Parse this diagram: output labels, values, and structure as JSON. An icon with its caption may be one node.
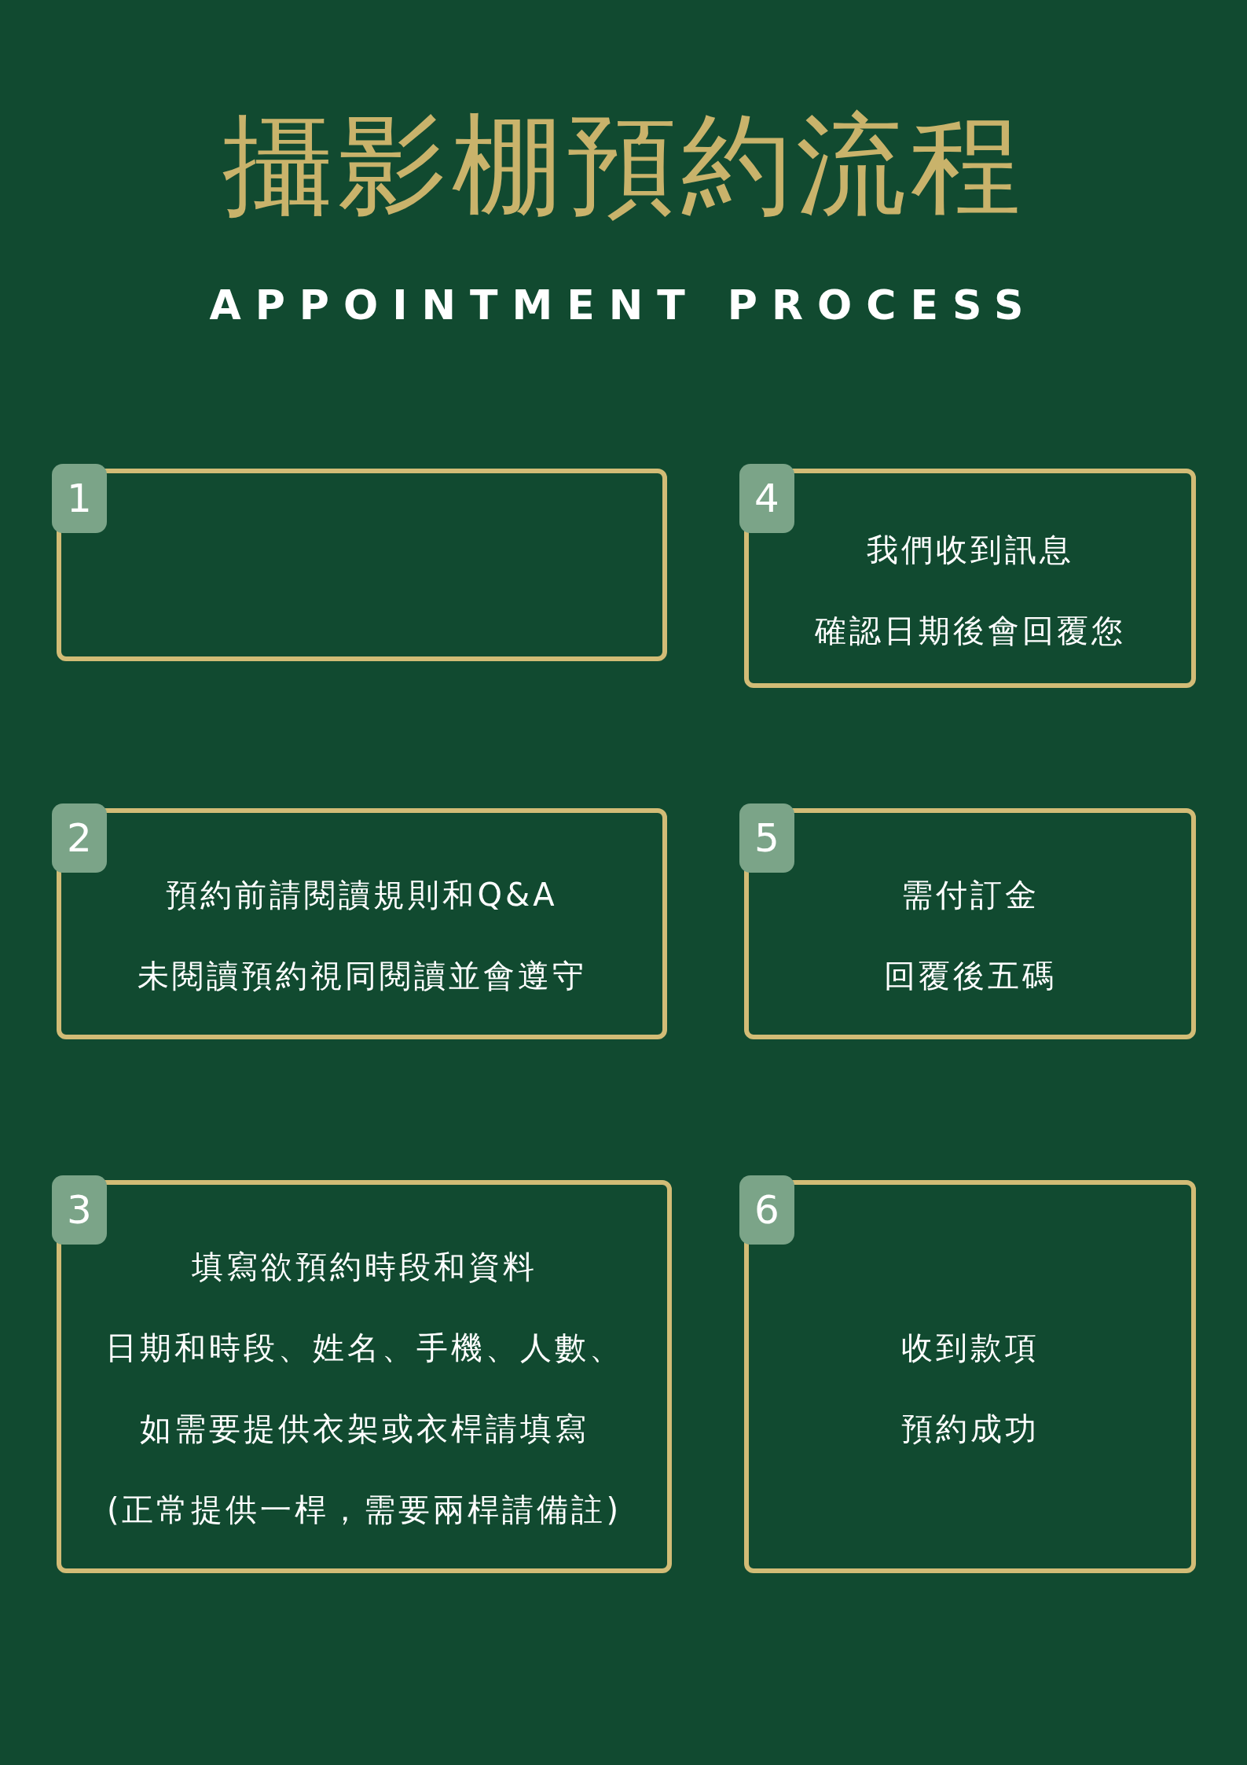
{
  "diagram": {
    "title": "攝影棚預約流程",
    "nodes": [
      {
        "text": [
          "1"
        ]
      },
      {
        "text": [],
        "shape": "box"
      },
      {
        "text": [
          "2"
        ]
      },
      {
        "text": [
          "預約前請閱讀規則和Q&A",
          "未閱讀預約視同閱讀並會遵守"
        ]
      },
      {
        "text": [
          "3"
        ]
      },
      {
        "text": [
          "填寫欲預約時段和資料",
          "日期和時段、姓名、手機、人數、",
          "如需要提供衣架或衣桿請填寫",
          "(正常提供一桿，需要兩桿請備註)"
        ]
      },
      {
        "text": [
          "4"
        ]
      },
      {
        "text": [
          "我們收到訊息",
          "確認日期後會回覆您"
        ]
      },
      {
        "text": [
          "5"
        ]
      },
      {
        "text": [
          "需付訂金",
          "回覆後五碼"
        ]
      },
      {
        "text": [
          "6"
        ]
      },
      {
        "text": [
          "收到款項",
          "預約成功"
        ]
      }
    ],
    "labels": [
      "APPOINTMENT PROCESS"
    ]
  }
}
